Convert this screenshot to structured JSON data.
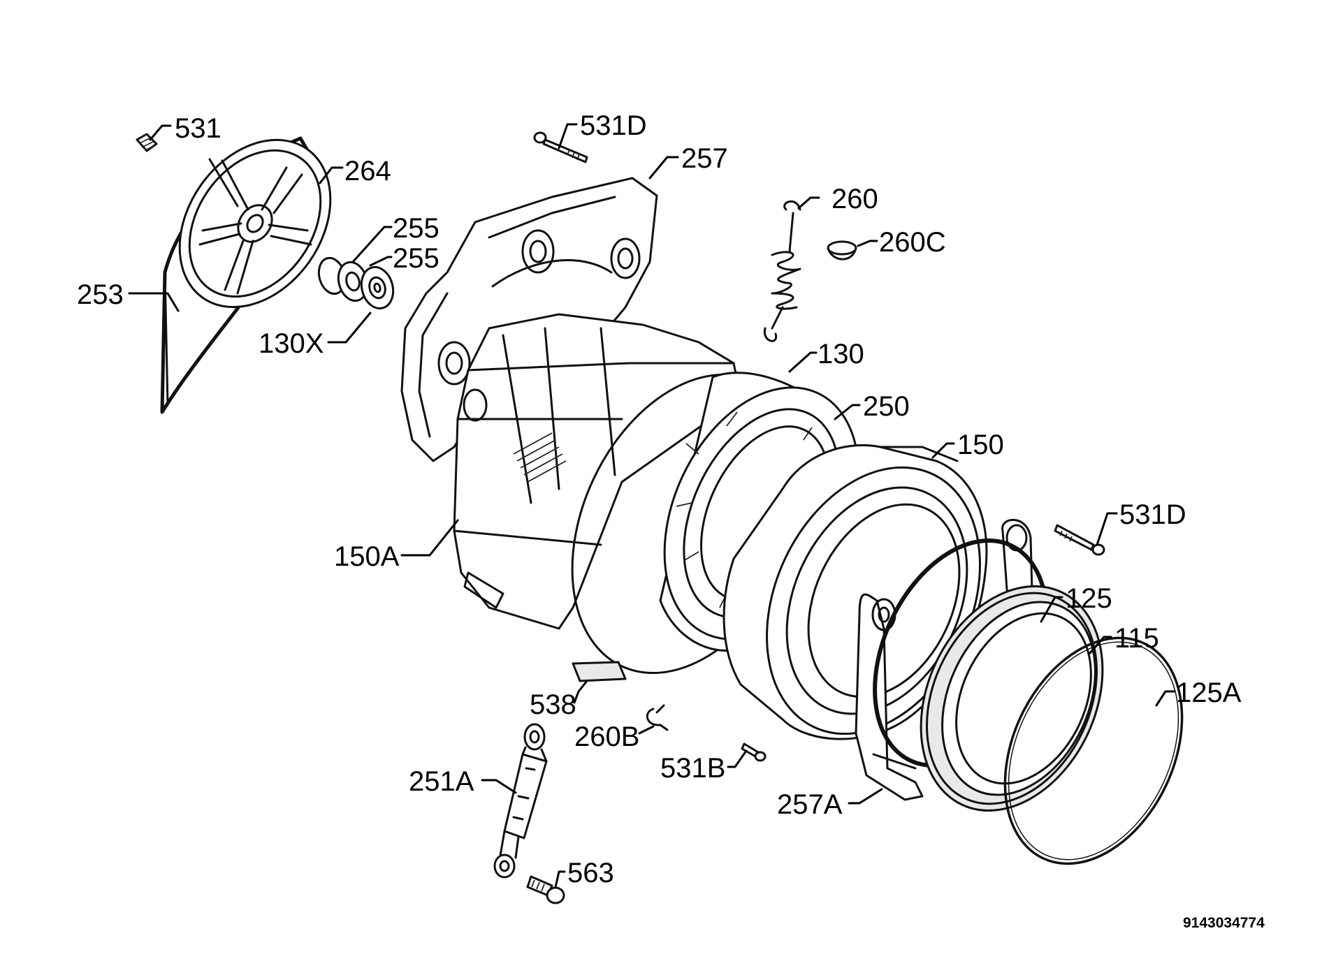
{
  "callouts": [
    {
      "id": "531-top",
      "text": "531"
    },
    {
      "id": "264",
      "text": "264"
    },
    {
      "id": "255-a",
      "text": "255"
    },
    {
      "id": "255-b",
      "text": "255"
    },
    {
      "id": "253",
      "text": "253"
    },
    {
      "id": "130x",
      "text": "130X"
    },
    {
      "id": "531d-top",
      "text": "531D"
    },
    {
      "id": "257",
      "text": "257"
    },
    {
      "id": "260",
      "text": "260"
    },
    {
      "id": "260c",
      "text": "260C"
    },
    {
      "id": "130",
      "text": "130"
    },
    {
      "id": "250",
      "text": "250"
    },
    {
      "id": "150",
      "text": "150"
    },
    {
      "id": "150a",
      "text": "150A"
    },
    {
      "id": "531d-right",
      "text": "531D"
    },
    {
      "id": "125",
      "text": "125"
    },
    {
      "id": "115",
      "text": "115"
    },
    {
      "id": "125a",
      "text": "125A"
    },
    {
      "id": "538",
      "text": "538"
    },
    {
      "id": "260b",
      "text": "260B"
    },
    {
      "id": "531b",
      "text": "531B"
    },
    {
      "id": "251a",
      "text": "251A"
    },
    {
      "id": "257a",
      "text": "257A"
    },
    {
      "id": "563",
      "text": "563"
    }
  ],
  "document_number": "9143034774"
}
